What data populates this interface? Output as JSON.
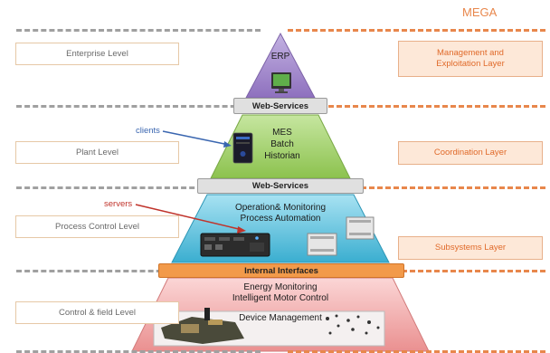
{
  "mega": "MEGA",
  "levels": {
    "enterprise": "Enterprise Level",
    "plant": "Plant Level",
    "process": "Process Control Level",
    "field": "Control & field Level"
  },
  "layers": {
    "management": "Management and Exploitation Layer",
    "coordination": "Coordination Layer",
    "subsystems": "Subsystems Layer"
  },
  "bars": {
    "ws_top": "Web-Services",
    "ws_mid": "Web-Services",
    "internal": "Internal Interfaces"
  },
  "tiers": {
    "erp": "ERP",
    "mes": [
      "MES",
      "Batch",
      "Historian"
    ],
    "operation": [
      "Operation& Monitoring",
      "Process Automation"
    ],
    "field": [
      "Energy Monitoring",
      "Intelligent Motor Control",
      "Device Management"
    ]
  },
  "annotations": {
    "clients": "clients",
    "servers": "servers"
  },
  "colors": {
    "erp": "#9b7fc4",
    "mes": "#9ccd5e",
    "operation": "#4fb8d6",
    "field": "#f0a6a6",
    "accent": "#e8874c",
    "clients": "#3a66b0",
    "servers": "#c0332b"
  },
  "icons": [
    "monitor-icon",
    "desktop-tower-icon",
    "industrial-pc-icon",
    "plc-module-icon",
    "circuit-board-icon"
  ]
}
